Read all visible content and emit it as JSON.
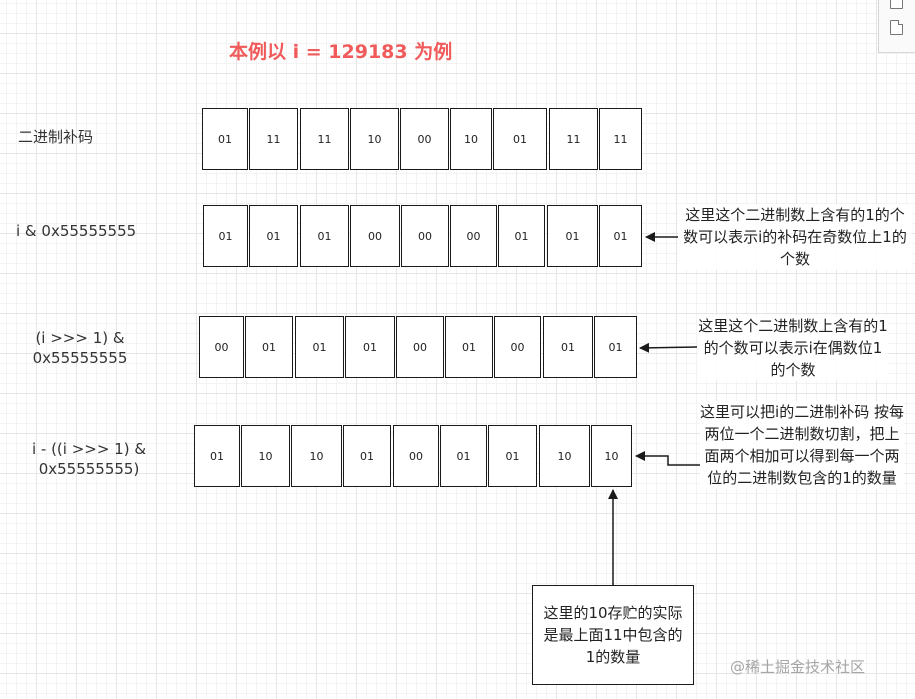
{
  "title": "本例以 i = 129183 为例",
  "rows": [
    {
      "label": "二进制补码",
      "cells": [
        [
          "01",
          "11"
        ],
        [
          "11",
          "10",
          "00",
          "10",
          "01"
        ],
        [
          "11",
          "11"
        ]
      ]
    },
    {
      "label": "i & 0x55555555",
      "cells": [
        [
          "01",
          "01"
        ],
        [
          "01",
          "00",
          "00",
          "00",
          "01"
        ],
        [
          "01",
          "01"
        ]
      ]
    },
    {
      "label": "(i >>> 1) & 0x55555555",
      "cells": [
        [
          "00",
          "01"
        ],
        [
          "01",
          "01",
          "00",
          "01",
          "00"
        ],
        [
          "01",
          "01"
        ]
      ]
    },
    {
      "label": "i - ((i >>> 1) & 0x55555555)",
      "cells": [
        [
          "01",
          "10",
          "10",
          "01"
        ],
        [
          "00",
          "01",
          "01"
        ],
        [
          "10",
          "10"
        ]
      ]
    }
  ],
  "notes": {
    "n1": "这里这个二进制数上含有的1的个数可以表示i的补码在奇数位上1的个数",
    "n2": "这里这个二进制数上含有的1的个数可以表示i在偶数位1的个数",
    "n3": "这里可以把i的二进制补码 按每两位一个二进制数切割，把上面两个相加可以得到每一个两位的二进制数包含的1的数量",
    "callout": "这里的10存贮的实际是最上面11中包含的1的数量"
  },
  "watermark": "@稀土掘金技术社区"
}
